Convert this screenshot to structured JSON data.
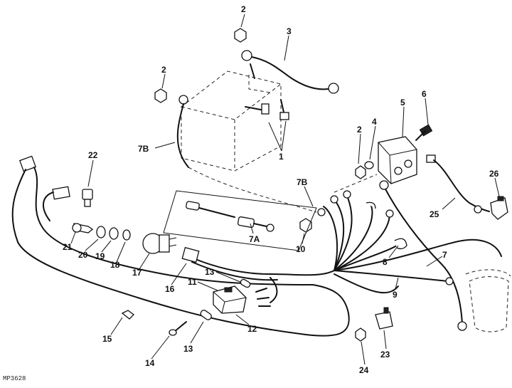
{
  "diagram": {
    "figure_id": "MP3628",
    "callouts": [
      "2",
      "3",
      "2",
      "1",
      "7B",
      "2",
      "4",
      "5",
      "6",
      "22",
      "26",
      "7B",
      "25",
      "7A",
      "10",
      "8",
      "7",
      "9",
      "21",
      "20",
      "19",
      "18",
      "17",
      "16",
      "13",
      "11",
      "12",
      "13",
      "14",
      "15",
      "23",
      "24"
    ]
  }
}
